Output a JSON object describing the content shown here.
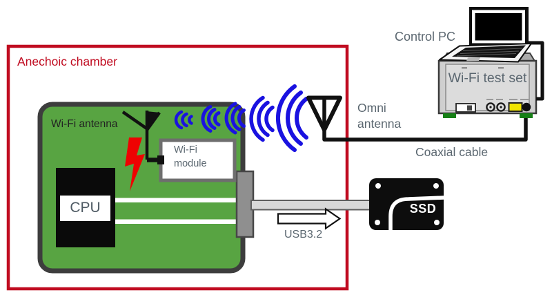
{
  "diagram": {
    "chamber": {
      "label": "Anechoic chamber"
    },
    "device_under_test": {
      "board_label": "Wi-Fi antenna",
      "cpu_label": "CPU",
      "module_label": "Wi-Fi\nmodule"
    },
    "storage_link": {
      "usb_label": "USB3.2",
      "ssd_label": "SSD"
    },
    "test_equipment": {
      "control_pc_label": "Control PC",
      "test_set_label": "Wi-Fi test set",
      "omni_antenna_label": "Omni\nantenna",
      "coaxial_cable_label": "Coaxial cable"
    },
    "colors": {
      "chamber_red": "#c00b20",
      "board_green": "#58a442",
      "board_border_gray": "#3d3d3d",
      "wave_blue": "#1a12e0",
      "noise_bolt_red": "#ee0202",
      "label_gray": "#5b6770",
      "cable_black": "#111111",
      "usb_cable_gray": "#d8d8d8",
      "test_set_gray": "#d6d6d6",
      "connector_yellow": "#f0e400",
      "foot_green": "#168016",
      "ssd_black": "#0d0d0d"
    }
  }
}
